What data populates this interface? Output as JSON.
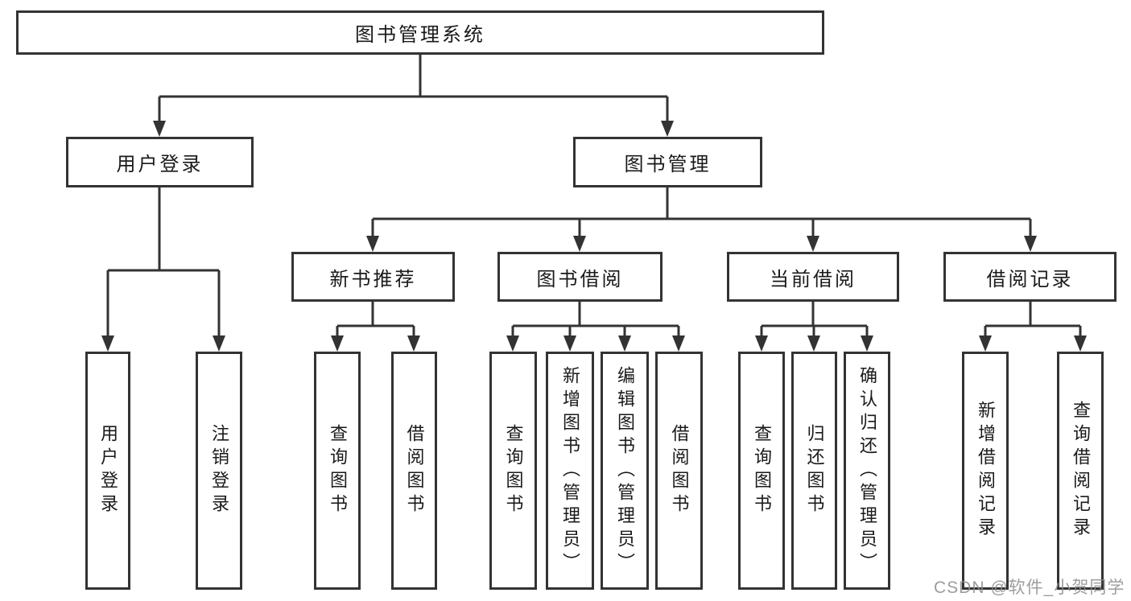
{
  "diagram_title": "图书管理系统",
  "colors": {
    "line": "#333333",
    "node_border": "#333333",
    "node_text": "#1a1a1a",
    "background": "#ffffff",
    "watermark_text": "#8c8c8c"
  },
  "tree": {
    "label": "图书管理系统",
    "children": [
      {
        "label": "用户登录",
        "children": [
          {
            "label": "用户登录"
          },
          {
            "label": "注销登录"
          }
        ]
      },
      {
        "label": "图书管理",
        "children": [
          {
            "label": "新书推荐",
            "children": [
              {
                "label": "查询图书"
              },
              {
                "label": "借阅图书"
              }
            ]
          },
          {
            "label": "图书借阅",
            "children": [
              {
                "label": "查询图书"
              },
              {
                "label": "新增图书（管理员）"
              },
              {
                "label": "编辑图书（管理员）"
              },
              {
                "label": "借阅图书"
              }
            ]
          },
          {
            "label": "当前借阅",
            "children": [
              {
                "label": "查询图书"
              },
              {
                "label": "归还图书"
              },
              {
                "label": "确认归还（管理员）"
              }
            ]
          },
          {
            "label": "借阅记录",
            "children": [
              {
                "label": "新增借阅记录"
              },
              {
                "label": "查询借阅记录"
              }
            ]
          }
        ]
      }
    ]
  },
  "watermark": {
    "text": "CSDN @软件_小贺同学"
  }
}
